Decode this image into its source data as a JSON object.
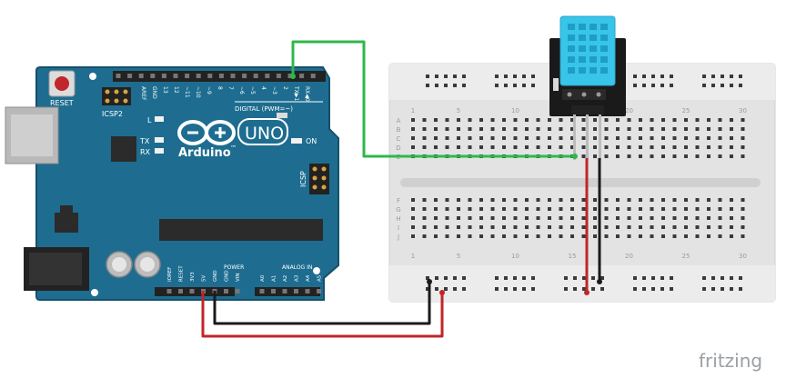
{
  "arduino": {
    "brand": "Arduino",
    "trademark": "™",
    "model": "UNO",
    "reset_label": "RESET",
    "icsp2_label": "ICSP2",
    "icsp_label": "ICSP",
    "led_l": "L",
    "led_tx": "TX",
    "led_rx": "RX",
    "on_label": "ON",
    "digital_label": "DIGITAL (PWM=~)",
    "power_label": "POWER",
    "analog_label": "ANALOG IN",
    "aref_label": "AREF",
    "gnd_label": "GND",
    "tx_pin_label": "TX▶1",
    "rx_pin_label": "RX◀0",
    "digital_pins": [
      "13",
      "12",
      "~11",
      "~10",
      "~9",
      "8",
      "7",
      "~6",
      "~5",
      "4",
      "~3",
      "2"
    ],
    "power_pins": [
      "IOREF",
      "RESET",
      "3V3",
      "5V",
      "GND",
      "GND",
      "VIN"
    ],
    "analog_pins": [
      "A0",
      "A1",
      "A2",
      "A3",
      "A4",
      "A5"
    ],
    "colors": {
      "board": "#1e6d90",
      "board_edge": "#15506b",
      "silk": "#ffffff"
    }
  },
  "breadboard": {
    "column_numbers": [
      "1",
      "5",
      "10",
      "15",
      "20",
      "25",
      "30"
    ],
    "row_letters_top": [
      "A",
      "B",
      "C",
      "D",
      "E"
    ],
    "row_letters_bottom": [
      "F",
      "G",
      "H",
      "I",
      "J"
    ],
    "colors": {
      "body": "#e6e6e6",
      "hole": "#3a3a3a"
    }
  },
  "sensor": {
    "colors": {
      "housing": "#39c4ea",
      "pcb": "#1a1a1a"
    }
  },
  "wires": {
    "signal_color": "#2db84a",
    "power_color": "#c0262a",
    "ground_color": "#1a1a1a"
  },
  "watermark": "fritzing"
}
